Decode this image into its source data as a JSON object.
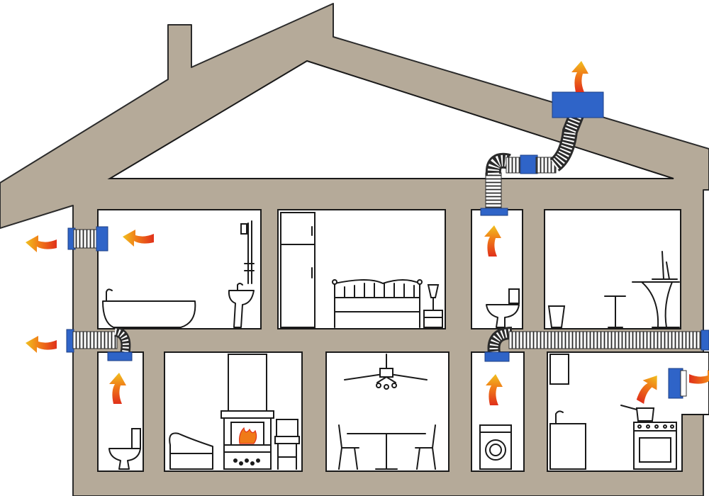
{
  "diagram": {
    "kind": "house-ventilation-cross-section",
    "colors": {
      "wall": "#b5aa99",
      "wall_outline": "#2b2b2b",
      "room": "#ffffff",
      "vent": "#2f64c8",
      "arrow_top": "#f0c020",
      "arrow_bottom": "#e0301a",
      "duct": "#2b2b2b"
    },
    "rooms": [
      {
        "name": "bathroom",
        "floor": 2,
        "icons": [
          "bathtub-icon",
          "shower-icon",
          "sink-icon"
        ]
      },
      {
        "name": "bedroom",
        "floor": 2,
        "icons": [
          "wardrobe-icon",
          "bed-icon",
          "lamp-icon"
        ]
      },
      {
        "name": "toilet-upper",
        "floor": 2,
        "icons": [
          "toilet-icon"
        ]
      },
      {
        "name": "office",
        "floor": 2,
        "icons": [
          "desk-icon",
          "monitor-icon",
          "chair-icon",
          "bin-icon"
        ]
      },
      {
        "name": "toilet-lower",
        "floor": 1,
        "icons": [
          "toilet-icon"
        ]
      },
      {
        "name": "living-room",
        "floor": 1,
        "icons": [
          "fireplace-icon",
          "armchair-icon",
          "tv-icon"
        ]
      },
      {
        "name": "dining-room",
        "floor": 1,
        "icons": [
          "ceiling-fan-icon",
          "table-icon",
          "chair-icon"
        ]
      },
      {
        "name": "laundry",
        "floor": 1,
        "icons": [
          "washing-machine-icon"
        ]
      },
      {
        "name": "kitchen",
        "floor": 1,
        "icons": [
          "stove-icon",
          "pot-icon",
          "sink-icon",
          "cabinet-icon"
        ]
      }
    ],
    "airflow_arrows": [
      "exhaust-left-upper",
      "intake-bathroom",
      "exhaust-left-lower",
      "intake-toilet-lower",
      "intake-toilet-upper",
      "intake-laundry",
      "intake-kitchen",
      "exhaust-right",
      "exhaust-roof"
    ]
  }
}
